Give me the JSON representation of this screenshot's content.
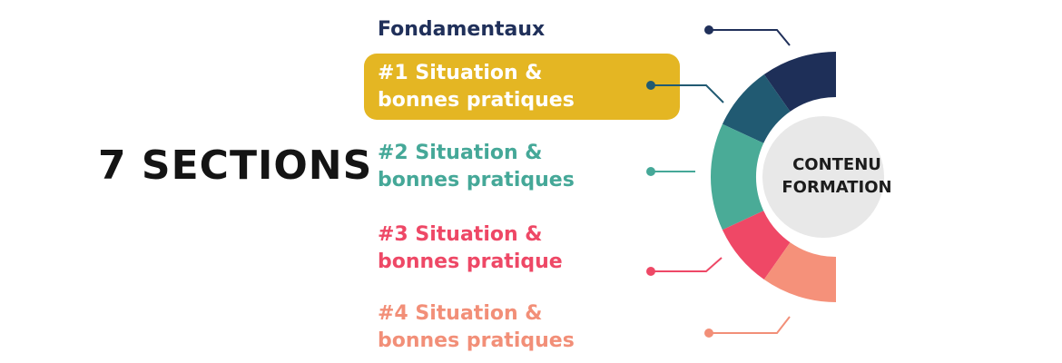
{
  "title": "7 SECTIONS",
  "center": {
    "line1": "CONTENU",
    "line2": "FORMATION"
  },
  "heading": {
    "label": "Fondamentaux",
    "color": "#20305a"
  },
  "items": [
    {
      "line1": "#1 Situation &",
      "line2": "bonnes pratiques",
      "color": "#e4b623",
      "highlighted": true
    },
    {
      "line1": "#2 Situation &",
      "line2": "bonnes pratiques",
      "color": "#45a898",
      "highlighted": false
    },
    {
      "line1": "#3 Situation &",
      "line2": "bonnes pratique",
      "color": "#ee4866",
      "highlighted": false
    },
    {
      "line1": "#4 Situation &",
      "line2": "bonnes pratiques",
      "color": "#f28f78",
      "highlighted": false
    }
  ],
  "segment_colors": [
    "#1e2f58",
    "#215a72",
    "#4aab97",
    "#ef4866",
    "#f5917a"
  ],
  "connector_colors": [
    "#20305a",
    "#215a72",
    "#45a898",
    "#ee4866",
    "#f28f78"
  ],
  "center_fill": "#e8e8e8"
}
